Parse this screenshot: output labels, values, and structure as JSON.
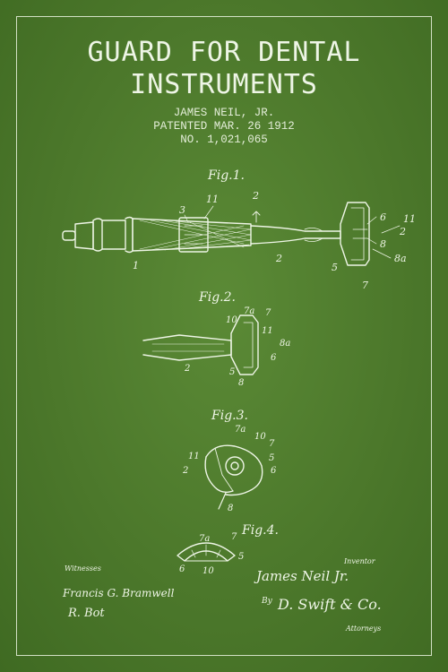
{
  "title": {
    "line1": "GUARD FOR DENTAL",
    "line2": "INSTRUMENTS"
  },
  "meta": {
    "inventor": "JAMES NEIL, JR.",
    "patented": "PATENTED MAR. 26 1912",
    "number": "NO. 1,021,065"
  },
  "figures": {
    "fig1": "Fig.1.",
    "fig2": "Fig.2.",
    "fig3": "Fig.3.",
    "fig4": "Fig.4."
  },
  "labels": {
    "witnesses": "Witnesses",
    "inventor": "Inventor",
    "inventor_name": "James Neil Jr.",
    "by": "By",
    "attorney_signature": "D. Swift & Co.",
    "attorneys": "Attorneys",
    "witness1": "Francis G. Bramwell",
    "witness2": "R. Bot"
  },
  "colors": {
    "background": "#4f7b2f",
    "ink": "#eef5e6"
  }
}
